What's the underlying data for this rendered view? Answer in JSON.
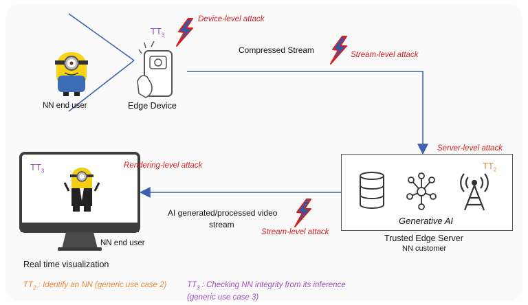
{
  "edge_device": {
    "tt_label": "TT",
    "tt_sub": "3",
    "label": "Edge Device"
  },
  "nn_end_user_top": "NN end user",
  "attacks": {
    "device": "Device-level attack",
    "stream_top": "Stream-level attack",
    "server": "Server-level attack",
    "rendering": "Rendering-level attack",
    "stream_bottom": "Stream-level attack"
  },
  "compressed_stream": "Compressed Stream",
  "server": {
    "tt_label": "TT",
    "tt_sub": "2",
    "generative_ai": "Generative AI",
    "title": "Trusted Edge Server",
    "subtitle": "NN customer"
  },
  "monitor": {
    "tt_label": "TT",
    "tt_sub": "3",
    "nn_end_user": "NN end user",
    "caption": "Real time visualization"
  },
  "ai_stream_line1": "AI generated/processed video",
  "ai_stream_line2": "stream",
  "footnotes": {
    "tt2_label": "TT",
    "tt2_sub": "2",
    "tt2_text": ": Identify an NN (generic use case 2)",
    "tt3_label": "TT",
    "tt3_sub": "3",
    "tt3_text_line1": ": Checking NN integrity from its inference",
    "tt3_text_line2": "(generic use case 3)"
  },
  "colors": {
    "arrow": "#3f5fb0",
    "attack_text": "#d42020",
    "bolt_fill": "#2f5aa8",
    "bolt_stroke": "#d42020",
    "tt_purple": "#9b4fc0",
    "tt_orange": "#f0883b"
  }
}
